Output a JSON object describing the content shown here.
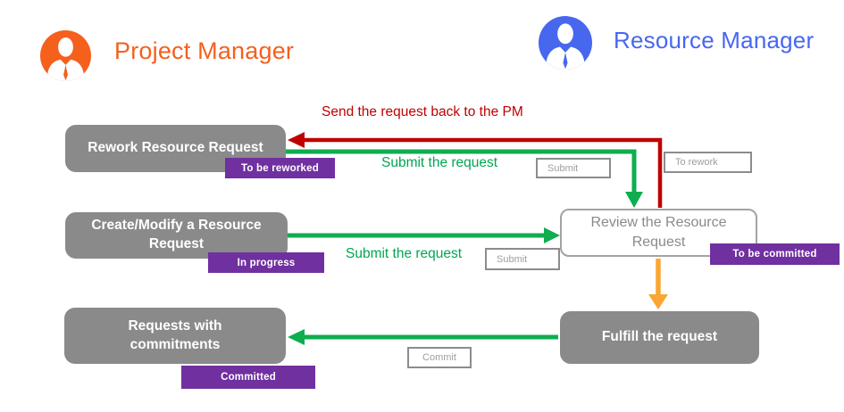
{
  "colors": {
    "pm_orange": "#F5601D",
    "rm_blue": "#4767EF",
    "node_gray": "#8A8A8A",
    "badge_purple": "#7030A0",
    "arrow_red": "#C00000",
    "arrow_green": "#0FAD4F",
    "arrow_orange": "#FAA634",
    "label_red": "#C00000",
    "label_green": "#00A651"
  },
  "actors": {
    "pm": {
      "name": "Project Manager"
    },
    "rm": {
      "name": "Resource Manager"
    }
  },
  "nodes": {
    "rework": {
      "label": "Rework Resource Request",
      "badge": "To be reworked"
    },
    "create": {
      "label": "Create/Modify a Resource Request",
      "badge": "In progress"
    },
    "review": {
      "label": "Review the Resource Request",
      "badge": "To be committed"
    },
    "fulfill": {
      "label": "Fulfill the request"
    },
    "requests": {
      "label": "Requests with commitments",
      "badge": "Committed"
    }
  },
  "edges": {
    "send_back": {
      "label": "Send the request back to the PM"
    },
    "submit_top": {
      "label": "Submit the request",
      "button": "Submit",
      "status_button": "To rework"
    },
    "submit_mid": {
      "label": "Submit the request",
      "button": "Submit"
    },
    "commit": {
      "button": "Commit"
    }
  }
}
